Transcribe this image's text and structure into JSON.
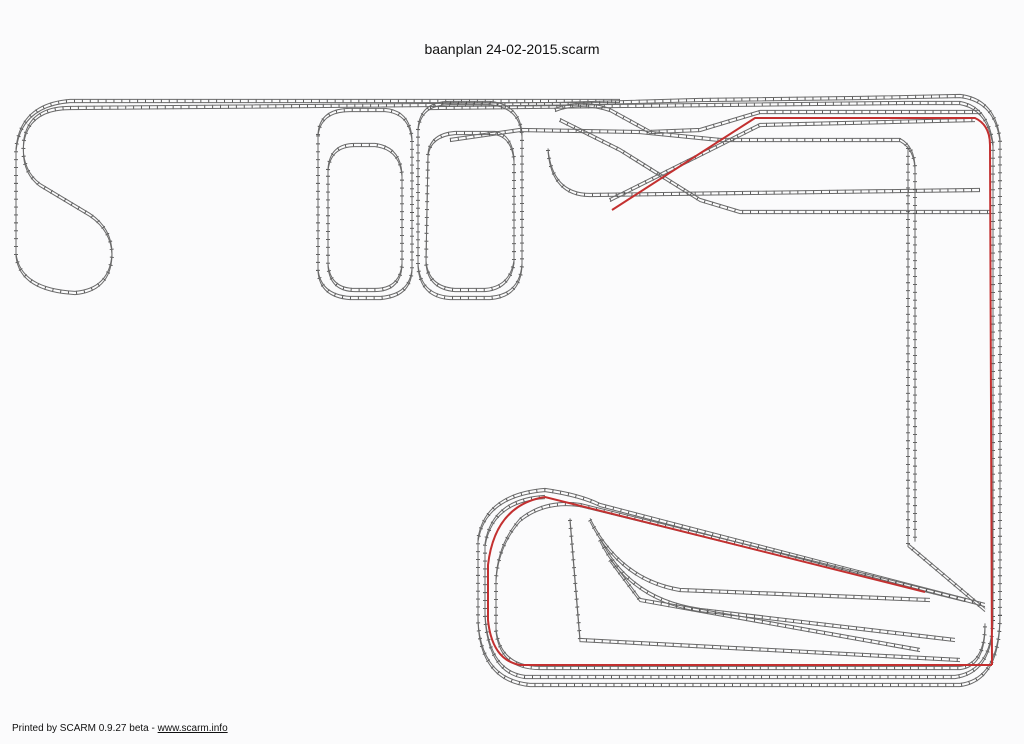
{
  "title": "baanplan 24-02-2015.scarm",
  "footer": {
    "text": "Printed by SCARM 0.9.27 beta - ",
    "link": "www.scarm.info"
  },
  "colors": {
    "track": "#6a6a6a",
    "route": "#c33030",
    "paper": "#fbfbfc"
  }
}
